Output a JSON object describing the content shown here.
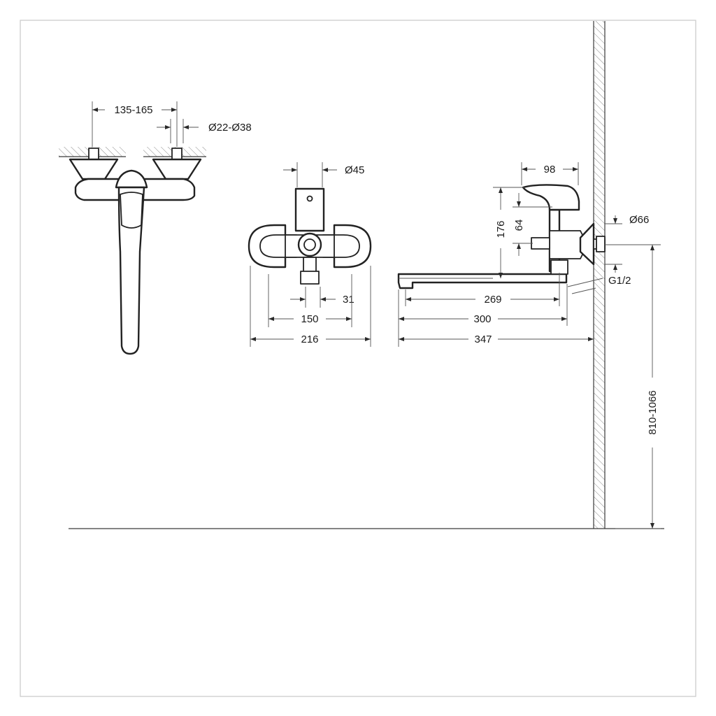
{
  "dimensions": {
    "spacing": "135-165",
    "connection_diameter": "Ø22-Ø38",
    "body_diameter": "Ø45",
    "center_offset": "31",
    "body_span": "150",
    "total_width": "216",
    "height_lever": "98",
    "height_total": "176",
    "height_axis": "64",
    "escutcheon_diameter": "Ø66",
    "thread": "G1/2",
    "spout_269": "269",
    "spout_300": "300",
    "spout_347": "347",
    "install_height": "810-1066"
  },
  "colors": {
    "line": "#3a3a3a",
    "frame": "#c8c8c8",
    "hatch": "#8a8a8a"
  }
}
